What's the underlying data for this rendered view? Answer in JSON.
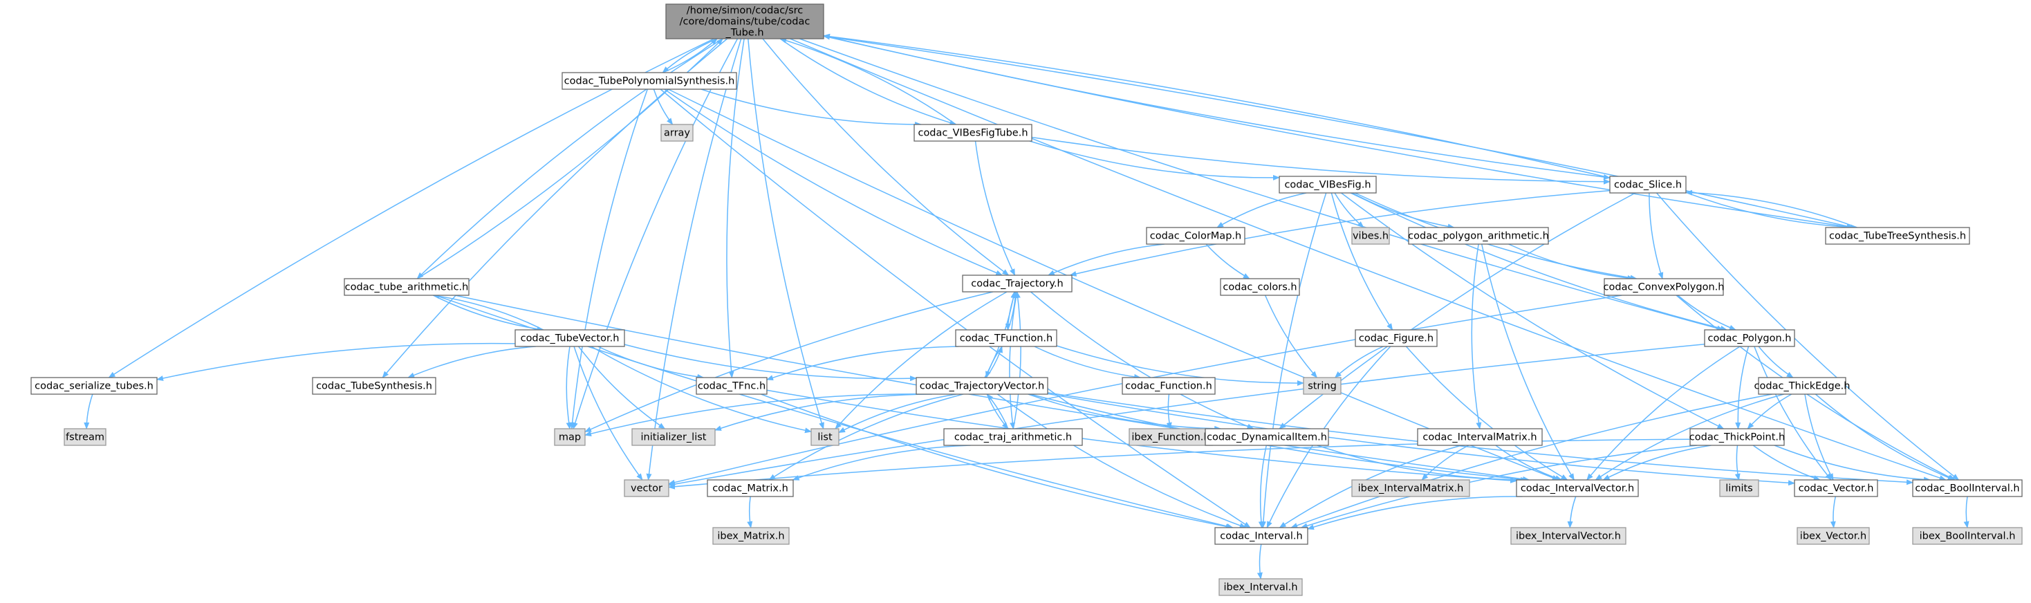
{
  "colors": {
    "edge": "#63b8ff",
    "root_fill": "#999999",
    "root_stroke": "#666666",
    "node_fill": "#ffffff",
    "node_stroke": "#666666",
    "system_fill": "#e0e0e0",
    "system_stroke": "#999999"
  },
  "nodes": [
    {
      "id": "tube_h",
      "lines": [
        "/home/simon/codac/src",
        "/core/domains/tube/codac",
        "_Tube.h"
      ],
      "kind": "root"
    },
    {
      "id": "poly_synth",
      "lines": [
        "codac_TubePolynomialSynthesis.h"
      ],
      "kind": "normal"
    },
    {
      "id": "array",
      "lines": [
        "array"
      ],
      "kind": "system"
    },
    {
      "id": "vibesfigtube",
      "lines": [
        "codac_VIBesFigTube.h"
      ],
      "kind": "normal"
    },
    {
      "id": "vibesfig",
      "lines": [
        "codac_VIBesFig.h"
      ],
      "kind": "normal"
    },
    {
      "id": "slice",
      "lines": [
        "codac_Slice.h"
      ],
      "kind": "normal"
    },
    {
      "id": "tubetree",
      "lines": [
        "codac_TubeTreeSynthesis.h"
      ],
      "kind": "normal"
    },
    {
      "id": "vibes_h",
      "lines": [
        "vibes.h"
      ],
      "kind": "system"
    },
    {
      "id": "colormap",
      "lines": [
        "codac_ColorMap.h"
      ],
      "kind": "normal"
    },
    {
      "id": "polyarith",
      "lines": [
        "codac_polygon_arithmetic.h"
      ],
      "kind": "normal"
    },
    {
      "id": "trajectory",
      "lines": [
        "codac_Trajectory.h"
      ],
      "kind": "normal"
    },
    {
      "id": "colors",
      "lines": [
        "codac_colors.h"
      ],
      "kind": "normal"
    },
    {
      "id": "convexpoly",
      "lines": [
        "codac_ConvexPolygon.h"
      ],
      "kind": "normal"
    },
    {
      "id": "tube_arith",
      "lines": [
        "codac_tube_arithmetic.h"
      ],
      "kind": "normal"
    },
    {
      "id": "tubevector",
      "lines": [
        "codac_TubeVector.h"
      ],
      "kind": "normal"
    },
    {
      "id": "tfunction",
      "lines": [
        "codac_TFunction.h"
      ],
      "kind": "normal"
    },
    {
      "id": "figure",
      "lines": [
        "codac_Figure.h"
      ],
      "kind": "normal"
    },
    {
      "id": "polygon",
      "lines": [
        "codac_Polygon.h"
      ],
      "kind": "normal"
    },
    {
      "id": "string",
      "lines": [
        "string"
      ],
      "kind": "system"
    },
    {
      "id": "serialize",
      "lines": [
        "codac_serialize_tubes.h"
      ],
      "kind": "normal"
    },
    {
      "id": "tubesynth",
      "lines": [
        "codac_TubeSynthesis.h"
      ],
      "kind": "normal"
    },
    {
      "id": "tfnc",
      "lines": [
        "codac_TFnc.h"
      ],
      "kind": "normal"
    },
    {
      "id": "trajvector",
      "lines": [
        "codac_TrajectoryVector.h"
      ],
      "kind": "normal"
    },
    {
      "id": "function",
      "lines": [
        "codac_Function.h"
      ],
      "kind": "normal"
    },
    {
      "id": "thickedge",
      "lines": [
        "codac_ThickEdge.h"
      ],
      "kind": "normal"
    },
    {
      "id": "fstream",
      "lines": [
        "fstream"
      ],
      "kind": "system"
    },
    {
      "id": "map",
      "lines": [
        "map"
      ],
      "kind": "system"
    },
    {
      "id": "initlist",
      "lines": [
        "initializer_list"
      ],
      "kind": "system"
    },
    {
      "id": "list",
      "lines": [
        "list"
      ],
      "kind": "system"
    },
    {
      "id": "trajarith",
      "lines": [
        "codac_traj_arithmetic.h"
      ],
      "kind": "normal"
    },
    {
      "id": "ibex_function",
      "lines": [
        "ibex_Function.h"
      ],
      "kind": "system"
    },
    {
      "id": "dynitem",
      "lines": [
        "codac_DynamicalItem.h"
      ],
      "kind": "normal"
    },
    {
      "id": "intmatrix",
      "lines": [
        "codac_IntervalMatrix.h"
      ],
      "kind": "normal"
    },
    {
      "id": "thickpoint",
      "lines": [
        "codac_ThickPoint.h"
      ],
      "kind": "normal"
    },
    {
      "id": "vector",
      "lines": [
        "vector"
      ],
      "kind": "system"
    },
    {
      "id": "matrix",
      "lines": [
        "codac_Matrix.h"
      ],
      "kind": "normal"
    },
    {
      "id": "ibex_intmatrix",
      "lines": [
        "ibex_IntervalMatrix.h"
      ],
      "kind": "system"
    },
    {
      "id": "intvector",
      "lines": [
        "codac_IntervalVector.h"
      ],
      "kind": "normal"
    },
    {
      "id": "limits",
      "lines": [
        "limits"
      ],
      "kind": "system"
    },
    {
      "id": "codac_vector",
      "lines": [
        "codac_Vector.h"
      ],
      "kind": "normal"
    },
    {
      "id": "boolinterval",
      "lines": [
        "codac_BoolInterval.h"
      ],
      "kind": "normal"
    },
    {
      "id": "ibex_matrix",
      "lines": [
        "ibex_Matrix.h"
      ],
      "kind": "system"
    },
    {
      "id": "interval",
      "lines": [
        "codac_Interval.h"
      ],
      "kind": "normal"
    },
    {
      "id": "ibex_intvector",
      "lines": [
        "ibex_IntervalVector.h"
      ],
      "kind": "system"
    },
    {
      "id": "ibex_vector",
      "lines": [
        "ibex_Vector.h"
      ],
      "kind": "system"
    },
    {
      "id": "ibex_boolinterval",
      "lines": [
        "ibex_BoolInterval.h"
      ],
      "kind": "system"
    },
    {
      "id": "ibex_interval",
      "lines": [
        "ibex_Interval.h"
      ],
      "kind": "system"
    }
  ]
}
